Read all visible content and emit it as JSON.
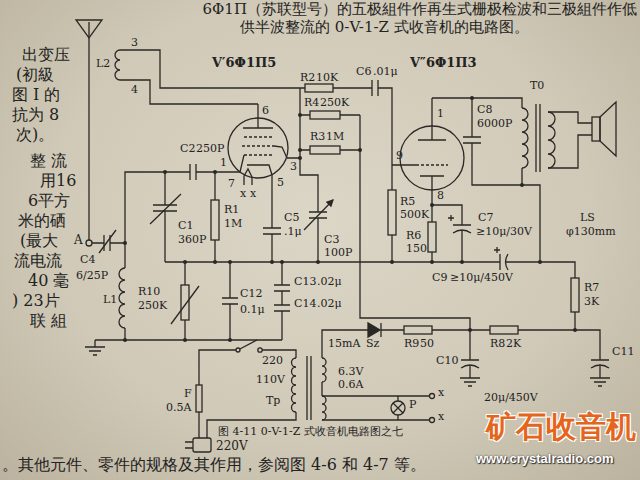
{
  "diagram": {
    "caption": "图 4-11   0-V-1-Z 式收音机电路图之七",
    "labels": [
      "6Φ1П（苏联型号）的五极組件作再生式栅极检波和三极組件作低",
      "供半波整流的 0-V-1-Z 式收音机的电路图。",
      "出变压",
      "(初級",
      "图 I 的",
      "抗为 8",
      "次)。",
      "整 流",
      "用16",
      "6平方",
      "米的硒",
      "(最大",
      "流电流",
      "40 毫",
      ") 23片",
      "联 組",
      "。其他元件、零件的规格及其作用，参阅图 4-6 和 4-7 等。",
      "V′6Φ1П5",
      "L2",
      "3",
      "4",
      "R2",
      "10K",
      "C6",
      ".01μ",
      "V″6Φ1П3",
      "R4",
      "250K",
      "R3",
      "1M",
      "6",
      "3",
      "1",
      "7",
      "x",
      "x",
      "5",
      "C2",
      "250P",
      "A",
      "C4",
      "6/25P",
      "C1",
      "360P",
      "R1",
      "1M",
      "C5",
      ".1μ",
      "C3",
      "100P",
      "L1",
      "R10",
      "250K",
      "C12",
      "0.1μ",
      "C13",
      ".02μ",
      "C14",
      ".02μ",
      "R5",
      "500K",
      "R6",
      "150",
      "9",
      "1",
      "8",
      "C7",
      "≥10μ/30V",
      "C8",
      "6000P",
      "T0",
      "LS",
      "φ130mm",
      "C9",
      "≥10μ/450V",
      "R7",
      "3K",
      "Sz",
      "15mA",
      "R9",
      "50",
      "R8",
      "2K",
      "C10",
      "C11",
      "20μ/450V",
      "220",
      "110V",
      "Tp",
      "6.3V",
      "0.6A",
      "P",
      "x",
      "x",
      "F",
      "0.5A",
      "220V",
      "矿石收音机",
      "www.crystalradio.com"
    ]
  }
}
